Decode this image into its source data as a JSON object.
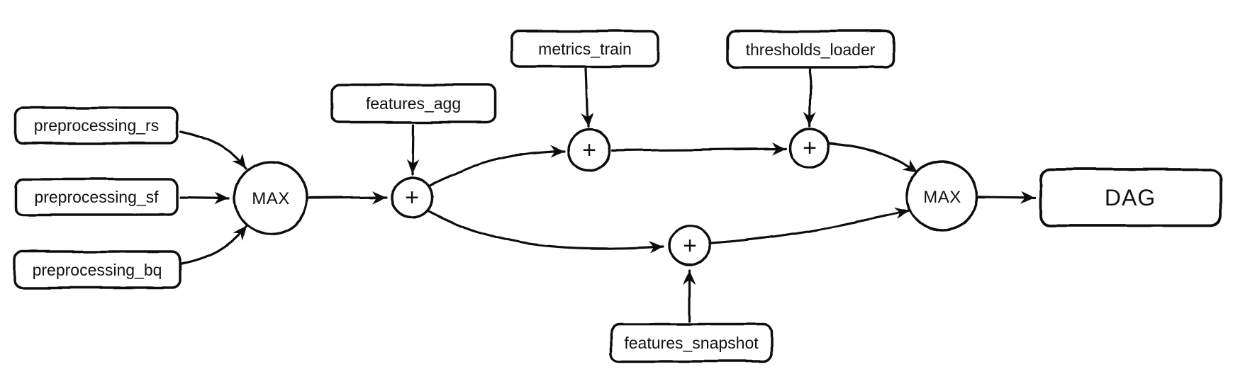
{
  "diagram": {
    "type": "task-dependency-dag",
    "background": "#ffffff",
    "ink": "#111111",
    "nodes": {
      "preprocessing_rs": {
        "label": "preprocessing_rs",
        "shape": "rounded-box"
      },
      "preprocessing_sf": {
        "label": "preprocessing_sf",
        "shape": "rounded-box"
      },
      "preprocessing_bq": {
        "label": "preprocessing_bq",
        "shape": "rounded-box"
      },
      "max_left": {
        "label": "MAX",
        "shape": "circle"
      },
      "features_agg": {
        "label": "features_agg",
        "shape": "rounded-box"
      },
      "sum_features": {
        "label": "+",
        "shape": "circle"
      },
      "metrics_train": {
        "label": "metrics_train",
        "shape": "rounded-box"
      },
      "sum_metrics": {
        "label": "+",
        "shape": "circle"
      },
      "thresholds_loader": {
        "label": "thresholds_loader",
        "shape": "rounded-box"
      },
      "sum_thresholds": {
        "label": "+",
        "shape": "circle"
      },
      "features_snapshot": {
        "label": "features_snapshot",
        "shape": "rounded-box"
      },
      "sum_snapshot": {
        "label": "+",
        "shape": "circle"
      },
      "max_right": {
        "label": "MAX",
        "shape": "circle"
      },
      "dag": {
        "label": "DAG",
        "shape": "rounded-box"
      }
    },
    "edges": [
      {
        "from": "preprocessing_rs",
        "to": "max_left"
      },
      {
        "from": "preprocessing_sf",
        "to": "max_left"
      },
      {
        "from": "preprocessing_bq",
        "to": "max_left"
      },
      {
        "from": "max_left",
        "to": "sum_features"
      },
      {
        "from": "features_agg",
        "to": "sum_features"
      },
      {
        "from": "sum_features",
        "to": "sum_metrics"
      },
      {
        "from": "metrics_train",
        "to": "sum_metrics"
      },
      {
        "from": "sum_metrics",
        "to": "sum_thresholds"
      },
      {
        "from": "thresholds_loader",
        "to": "sum_thresholds"
      },
      {
        "from": "sum_thresholds",
        "to": "max_right"
      },
      {
        "from": "sum_features",
        "to": "sum_snapshot"
      },
      {
        "from": "features_snapshot",
        "to": "sum_snapshot"
      },
      {
        "from": "sum_snapshot",
        "to": "max_right"
      },
      {
        "from": "max_right",
        "to": "dag"
      }
    ]
  }
}
